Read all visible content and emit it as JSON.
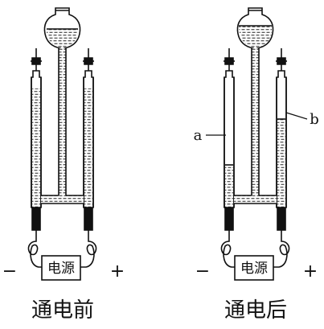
{
  "before": {
    "caption": "通电前",
    "power_label": "电源",
    "minus": "−",
    "plus": "+"
  },
  "after": {
    "caption": "通电后",
    "power_label": "电源",
    "minus": "−",
    "plus": "+",
    "tube_a_label": "a",
    "tube_b_label": "b"
  }
}
